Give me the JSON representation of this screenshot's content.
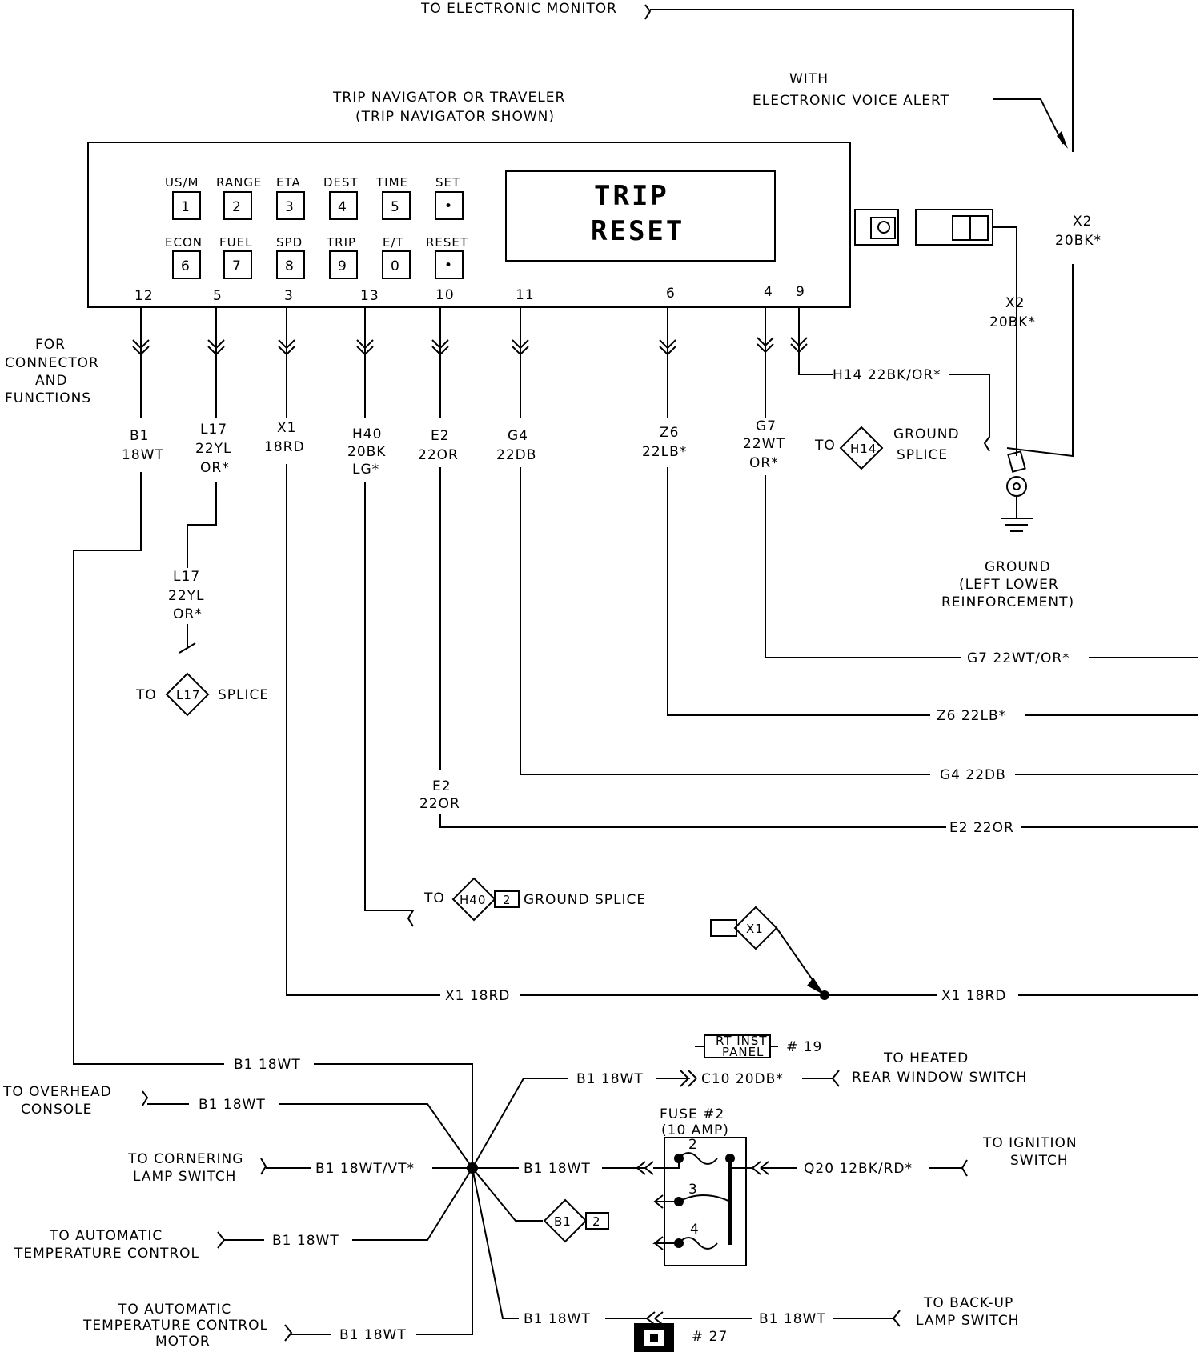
{
  "header": {
    "to_electronic_monitor": "TO ELECTRONIC MONITOR",
    "title_line1": "TRIP NAVIGATOR OR TRAVELER",
    "title_line2": "(TRIP NAVIGATOR SHOWN)",
    "voice_alert_line1": "WITH",
    "voice_alert_line2": "ELECTRONIC VOICE ALERT"
  },
  "module": {
    "display_line1": "TRIP",
    "display_line2": "RESET",
    "buttons_row1": [
      {
        "label": "US/M",
        "key": "1"
      },
      {
        "label": "RANGE",
        "key": "2"
      },
      {
        "label": "ETA",
        "key": "3"
      },
      {
        "label": "DEST",
        "key": "4"
      },
      {
        "label": "TIME",
        "key": "5"
      },
      {
        "label": "SET",
        "key": "•"
      }
    ],
    "buttons_row2": [
      {
        "label": "ECON",
        "key": "6"
      },
      {
        "label": "FUEL",
        "key": "7"
      },
      {
        "label": "SPD",
        "key": "8"
      },
      {
        "label": "TRIP",
        "key": "9"
      },
      {
        "label": "E/T",
        "key": "0"
      },
      {
        "label": "RESET",
        "key": "•"
      }
    ],
    "pins": [
      "12",
      "5",
      "3",
      "13",
      "10",
      "11",
      "6",
      "4",
      "9"
    ]
  },
  "notes": {
    "for_connector": [
      "FOR",
      "CONNECTOR",
      "AND",
      "FUNCTIONS"
    ]
  },
  "wires": {
    "b1": [
      "B1",
      "18WT"
    ],
    "l17": [
      "L17",
      "22YL",
      "OR*"
    ],
    "x1": [
      "X1",
      "18RD"
    ],
    "h40": [
      "H40",
      "20BK",
      "LG*"
    ],
    "e2": [
      "E2",
      "22OR"
    ],
    "g4": [
      "G4",
      "22DB"
    ],
    "z6": [
      "Z6",
      "22LB*"
    ],
    "g7": [
      "G7",
      "22WT",
      "OR*"
    ],
    "x2_a": [
      "X2",
      "20BK*"
    ],
    "x2_b": [
      "X2",
      "20BK*"
    ],
    "l17_low": [
      "L17",
      "22YL",
      "OR*"
    ],
    "e2_low": [
      "E2",
      "22OR"
    ],
    "h14_label": "H14 22BK/OR*"
  },
  "splices": {
    "h14_to": "TO",
    "h14_id": "H14",
    "h14_l1": "GROUND",
    "h14_l2": "SPLICE",
    "l17_to": "TO",
    "l17_id": "L17",
    "l17_text": "SPLICE",
    "h40_to": "TO",
    "h40_id": "H40",
    "h40_num": "2",
    "h40_text": "GROUND SPLICE",
    "x1_id": "X1",
    "b1_id": "B1",
    "b1_num": "2"
  },
  "ground": [
    "GROUND",
    "(LEFT LOWER",
    "REINFORCEMENT)"
  ],
  "right_runs": {
    "g7": "G7 22WT/OR*",
    "z6": "Z6 22LB*",
    "g4": "G4 22DB",
    "e2": "E2 22OR",
    "x1_left": "X1 18RD",
    "x1_right": "X1 18RD"
  },
  "bottom": {
    "b1_top": "B1 18WT",
    "overhead": [
      "TO OVERHEAD",
      "CONSOLE"
    ],
    "overhead_wire": "B1 18WT",
    "cornering": [
      "TO CORNERING",
      "LAMP SWITCH"
    ],
    "cornering_wire": "B1 18WT/VT*",
    "atc": [
      "TO AUTOMATIC",
      "TEMPERATURE CONTROL"
    ],
    "atc_wire": "B1 18WT",
    "atc_motor": [
      "TO AUTOMATIC",
      "TEMPERATURE CONTROL",
      "MOTOR"
    ],
    "atc_motor_wire": "B1 18WT",
    "heated_wire": "B1 18WT",
    "heated_c10": "C10 20DB*",
    "heated": [
      "TO HEATED",
      "REAR WINDOW SWITCH"
    ],
    "rt_inst": [
      "RT INST",
      "PANEL"
    ],
    "rt_inst_num": "# 19",
    "fuse_title": [
      "FUSE #2",
      "(10 AMP)"
    ],
    "fuse_in": "B1 18WT",
    "fuse_out": "Q20 12BK/RD*",
    "ignition": [
      "TO IGNITION",
      "SWITCH"
    ],
    "fuse_pins": [
      "2",
      "3",
      "4"
    ],
    "backup_wire1": "B1 18WT",
    "backup_wire2": "B1 18WT",
    "backup": [
      "TO BACK-UP",
      "LAMP SWITCH"
    ],
    "connector_num": "# 27"
  }
}
